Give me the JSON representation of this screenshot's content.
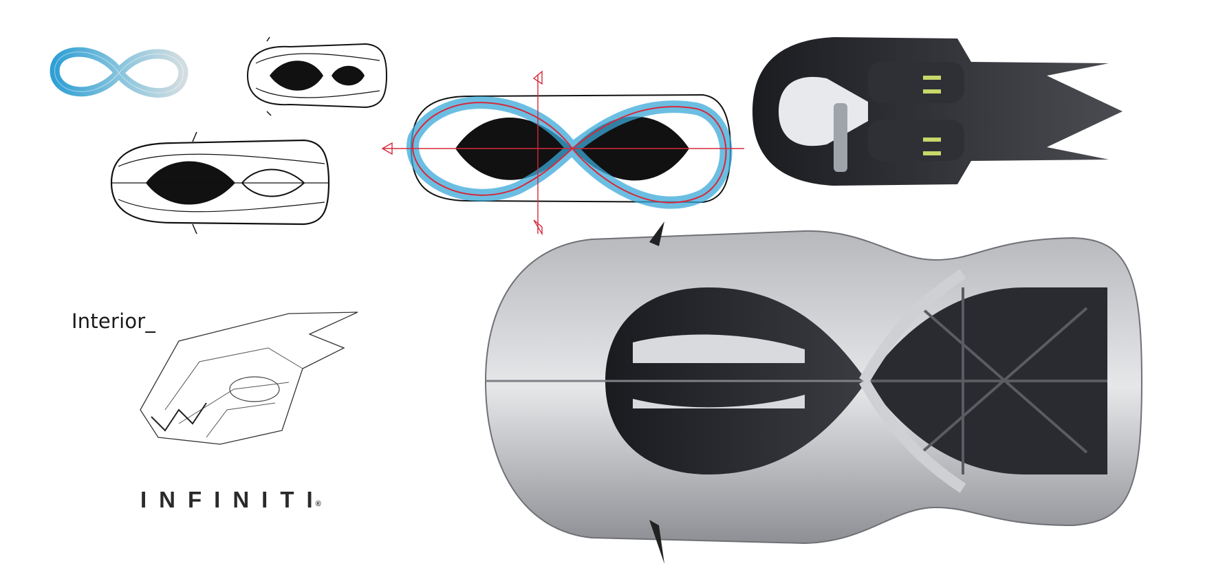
{
  "labels": {
    "interior": "Interior_",
    "brand": "INFINITI",
    "registered_mark": "®"
  },
  "colors": {
    "infinity_blue": "#3aa8d8",
    "infinity_light": "#c5d5dc",
    "sketch_red": "#d6283a",
    "car_silver": "#9a9ca0",
    "ink": "#111111"
  },
  "icons": [
    "infinity-symbol",
    "registered-mark"
  ]
}
